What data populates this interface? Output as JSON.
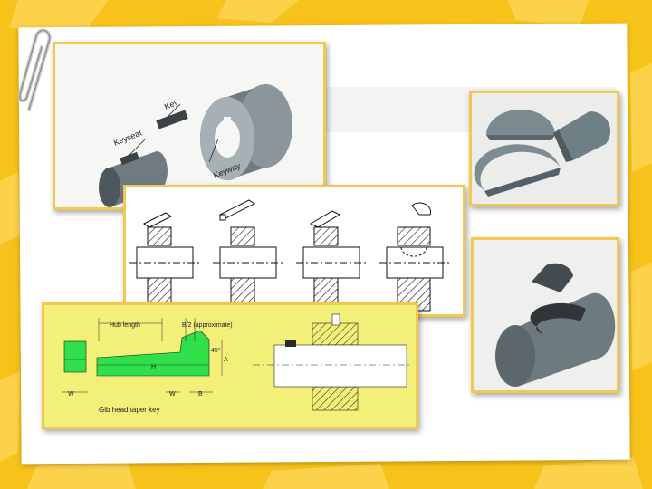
{
  "diagram1": {
    "label_keyseat": "Keyseat",
    "label_key": "Key",
    "label_keyway": "Keyway"
  },
  "diagram3": {
    "label_hub_length": "Hub length",
    "label_b_half": "B/2 (approximate)",
    "label_angle": "45°",
    "label_a": "A",
    "label_h": "H",
    "label_w1": "W",
    "label_w2": "W",
    "label_b": "B",
    "label_caption": "Gib head taper key"
  },
  "colors": {
    "background": "#f7c21a",
    "frame_border": "#f2c94c",
    "gib_panel": "#f3f07a",
    "key_green": "#2fe04a",
    "metal": "#6f7b80"
  }
}
